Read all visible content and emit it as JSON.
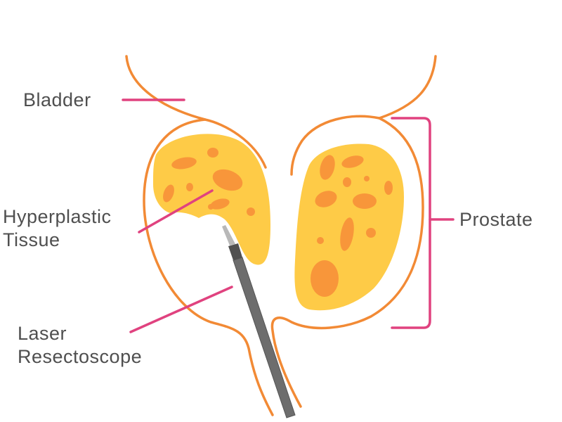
{
  "labels": {
    "bladder": "Bladder",
    "hyperplastic_line1": "Hyperplastic",
    "hyperplastic_line2": "Tissue",
    "laser_line1": "Laser",
    "laser_line2": "Resectoscope",
    "prostate": "Prostate"
  },
  "colors": {
    "outline": "#f28a35",
    "tissue_fill": "#fecb47",
    "tissue_spots": "#f8963a",
    "leader_lines": "#e0427f",
    "scope_body": "#6d6d6d",
    "scope_tip": "#b8b8b8",
    "text": "#4f4f4f"
  }
}
